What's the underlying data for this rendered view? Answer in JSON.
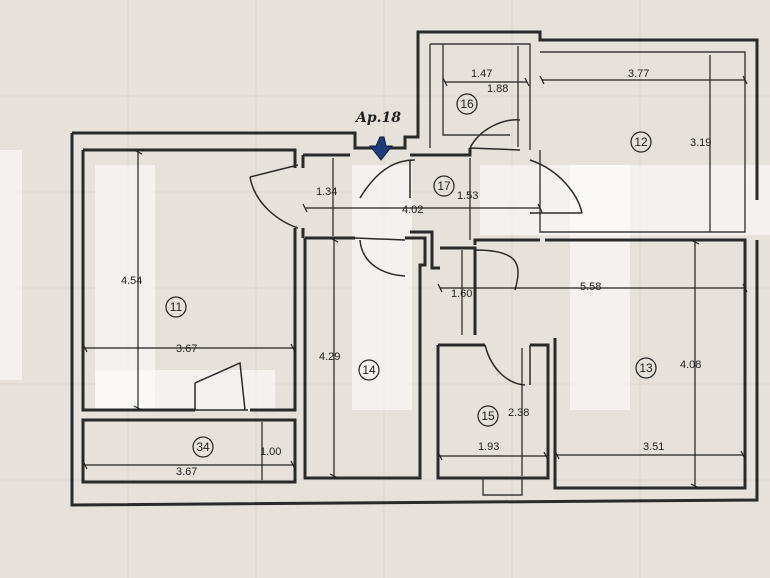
{
  "apartment_label": "Ap.18",
  "rooms": [
    {
      "id": "11"
    },
    {
      "id": "12"
    },
    {
      "id": "13"
    },
    {
      "id": "14"
    },
    {
      "id": "15"
    },
    {
      "id": "16"
    },
    {
      "id": "17"
    },
    {
      "id": "34"
    }
  ],
  "dimensions": {
    "r16_width": "1.47",
    "r16_height": "1.88",
    "r12_width": "3.77",
    "r12_height": "3.19",
    "entry_small": "1.34",
    "hall_width": "4.02",
    "r17_height": "1.53",
    "r11_height": "4.54",
    "r11_width": "3.67",
    "hall_lower": "1.60",
    "r13_top": "5.58",
    "r14_height": "4.29",
    "r13_height": "4.08",
    "r15_height": "2.38",
    "r15_width": "1.93",
    "r13_width": "3.51",
    "r34_height": "1.00",
    "r34_width": "3.67"
  }
}
